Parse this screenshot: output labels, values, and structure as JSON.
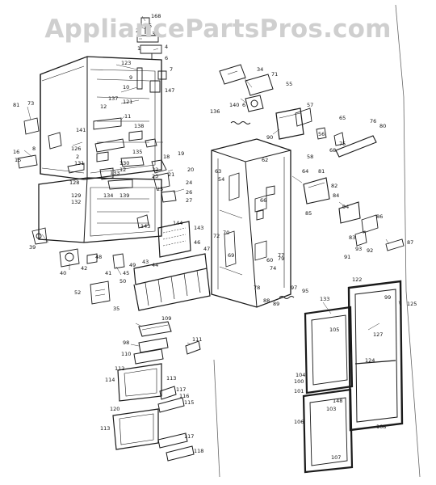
{
  "watermark": "AppliancePartsPros.com",
  "labels": [
    {
      "id": "l168",
      "text": "168"
    },
    {
      "id": "l5a",
      "text": "5"
    },
    {
      "id": "l2a",
      "text": "2"
    },
    {
      "id": "l3a",
      "text": "3"
    },
    {
      "id": "l4a",
      "text": "4"
    },
    {
      "id": "l1a",
      "text": "1"
    },
    {
      "id": "l123",
      "text": "123"
    },
    {
      "id": "l6a",
      "text": "6"
    },
    {
      "id": "l7a",
      "text": "7"
    },
    {
      "id": "l9a",
      "text": "9"
    },
    {
      "id": "l10",
      "text": "10"
    },
    {
      "id": "l147",
      "text": "147"
    },
    {
      "id": "l121",
      "text": "121"
    },
    {
      "id": "l137",
      "text": "137"
    },
    {
      "id": "l12a",
      "text": "12"
    },
    {
      "id": "l11",
      "text": "11"
    },
    {
      "id": "l138",
      "text": "138"
    },
    {
      "id": "l135",
      "text": "135"
    },
    {
      "id": "l141",
      "text": "141"
    },
    {
      "id": "l81",
      "text": "81"
    },
    {
      "id": "l73",
      "text": "73"
    },
    {
      "id": "l8a",
      "text": "8"
    },
    {
      "id": "l16",
      "text": "16"
    },
    {
      "id": "l15",
      "text": "15"
    },
    {
      "id": "l126",
      "text": "126"
    },
    {
      "id": "l2b",
      "text": "2"
    },
    {
      "id": "l131",
      "text": "131"
    },
    {
      "id": "l130",
      "text": "130"
    },
    {
      "id": "l12b",
      "text": "12"
    },
    {
      "id": "l19",
      "text": "19"
    },
    {
      "id": "l20",
      "text": "20"
    },
    {
      "id": "l18",
      "text": "18"
    },
    {
      "id": "l133",
      "text": "133"
    },
    {
      "id": "l22",
      "text": "22"
    },
    {
      "id": "l23",
      "text": "23"
    },
    {
      "id": "l21",
      "text": "21"
    },
    {
      "id": "l128",
      "text": "128"
    },
    {
      "id": "l129",
      "text": "129"
    },
    {
      "id": "l134",
      "text": "134"
    },
    {
      "id": "l139",
      "text": "139"
    },
    {
      "id": "l24",
      "text": "24"
    },
    {
      "id": "l26",
      "text": "26"
    },
    {
      "id": "l27",
      "text": "27"
    },
    {
      "id": "l25",
      "text": "25"
    },
    {
      "id": "l132",
      "text": "132"
    },
    {
      "id": "l143a",
      "text": "143"
    },
    {
      "id": "l143b",
      "text": "143"
    },
    {
      "id": "l144",
      "text": "144"
    },
    {
      "id": "l39",
      "text": "39"
    },
    {
      "id": "l40",
      "text": "40"
    },
    {
      "id": "l46",
      "text": "46"
    },
    {
      "id": "l47",
      "text": "47"
    },
    {
      "id": "l48",
      "text": "48"
    },
    {
      "id": "l42",
      "text": "42"
    },
    {
      "id": "l41",
      "text": "41"
    },
    {
      "id": "l43",
      "text": "43"
    },
    {
      "id": "l44",
      "text": "44"
    },
    {
      "id": "l45",
      "text": "45"
    },
    {
      "id": "l49",
      "text": "49"
    },
    {
      "id": "l50",
      "text": "50"
    },
    {
      "id": "l52",
      "text": "52"
    },
    {
      "id": "l35",
      "text": "35"
    },
    {
      "id": "l34",
      "text": "34"
    },
    {
      "id": "l71",
      "text": "71"
    },
    {
      "id": "l55",
      "text": "55"
    },
    {
      "id": "l140",
      "text": "140"
    },
    {
      "id": "l6b",
      "text": "6"
    },
    {
      "id": "l57",
      "text": "57"
    },
    {
      "id": "l136",
      "text": "136"
    },
    {
      "id": "l90",
      "text": "90"
    },
    {
      "id": "l65",
      "text": "65"
    },
    {
      "id": "l76",
      "text": "76"
    },
    {
      "id": "l80",
      "text": "80"
    },
    {
      "id": "l58",
      "text": "58"
    },
    {
      "id": "l56",
      "text": "56"
    },
    {
      "id": "l68",
      "text": "68"
    },
    {
      "id": "l75",
      "text": "75"
    },
    {
      "id": "l62",
      "text": "62"
    },
    {
      "id": "l63",
      "text": "63"
    },
    {
      "id": "l54",
      "text": "54"
    },
    {
      "id": "l81b",
      "text": "81"
    },
    {
      "id": "l64",
      "text": "64"
    },
    {
      "id": "l82",
      "text": "82"
    },
    {
      "id": "l84",
      "text": "84"
    },
    {
      "id": "l85",
      "text": "85"
    },
    {
      "id": "l86",
      "text": "86"
    },
    {
      "id": "l83",
      "text": "83"
    },
    {
      "id": "l92",
      "text": "92"
    },
    {
      "id": "l87",
      "text": "87"
    },
    {
      "id": "l70",
      "text": "70"
    },
    {
      "id": "l72",
      "text": "72"
    },
    {
      "id": "l69",
      "text": "69"
    },
    {
      "id": "l60",
      "text": "60"
    },
    {
      "id": "l66",
      "text": "66"
    },
    {
      "id": "l74",
      "text": "74"
    },
    {
      "id": "l77",
      "text": "77"
    },
    {
      "id": "l78",
      "text": "78"
    },
    {
      "id": "l79",
      "text": "79"
    },
    {
      "id": "l88",
      "text": "88"
    },
    {
      "id": "l89",
      "text": "89"
    },
    {
      "id": "l91",
      "text": "91"
    },
    {
      "id": "l93",
      "text": "93"
    },
    {
      "id": "l94",
      "text": "94"
    },
    {
      "id": "l95",
      "text": "95"
    },
    {
      "id": "l97",
      "text": "97"
    },
    {
      "id": "l99",
      "text": "99"
    },
    {
      "id": "l122",
      "text": "122"
    },
    {
      "id": "l125",
      "text": "125"
    },
    {
      "id": "l133b",
      "text": "133"
    },
    {
      "id": "l105",
      "text": "105"
    },
    {
      "id": "l127",
      "text": "127"
    },
    {
      "id": "l124",
      "text": "124"
    },
    {
      "id": "l104",
      "text": "104"
    },
    {
      "id": "l100",
      "text": "100"
    },
    {
      "id": "l101",
      "text": "101"
    },
    {
      "id": "l148",
      "text": "148"
    },
    {
      "id": "l103",
      "text": "103"
    },
    {
      "id": "l108",
      "text": "108"
    },
    {
      "id": "l107",
      "text": "107"
    },
    {
      "id": "l106",
      "text": "106"
    },
    {
      "id": "l109",
      "text": "109"
    },
    {
      "id": "l98",
      "text": "98"
    },
    {
      "id": "l110",
      "text": "110"
    },
    {
      "id": "l111",
      "text": "111"
    },
    {
      "id": "l112",
      "text": "112"
    },
    {
      "id": "l114",
      "text": "114"
    },
    {
      "id": "l113",
      "text": "113"
    },
    {
      "id": "l117a",
      "text": "117"
    },
    {
      "id": "l116",
      "text": "116"
    },
    {
      "id": "l115",
      "text": "115"
    },
    {
      "id": "l120",
      "text": "120"
    },
    {
      "id": "l113b",
      "text": "113"
    },
    {
      "id": "l117b",
      "text": "117"
    },
    {
      "id": "l118",
      "text": "118"
    }
  ]
}
